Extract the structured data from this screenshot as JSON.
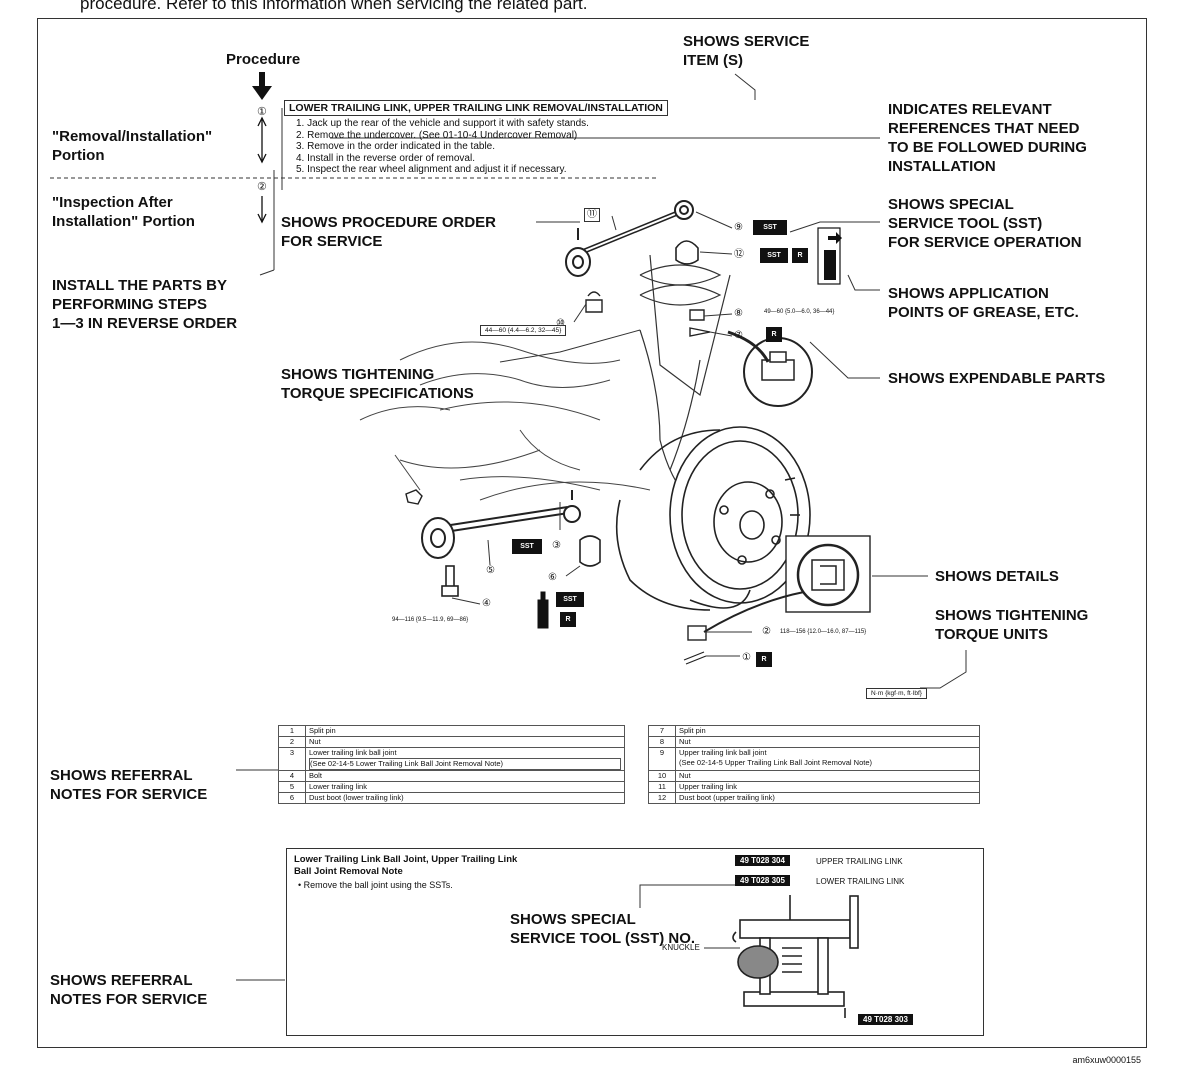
{
  "header": {
    "intro_text": "procedure. Refer to this information when servicing the related part."
  },
  "left": {
    "procedure_label": "Procedure",
    "removal_installation_portion": "\"Removal/Installation\"\nPortion",
    "inspection_after_installation_portion": "\"Inspection After\nInstallation\" Portion",
    "install_reverse_note": "INSTALL THE PARTS BY\nPERFORMING STEPS\n1—3 IN REVERSE ORDER",
    "step_marker_1": "①",
    "step_marker_2": "②"
  },
  "procedure": {
    "title": "LOWER TRAILING LINK, UPPER TRAILING LINK REMOVAL/INSTALLATION",
    "steps": [
      "1. Jack up the rear of the vehicle and support it with safety stands.",
      "2. Remove the undercover. (See 01-10-4 Undercover Removal)",
      "3. Remove in the order indicated in the table.",
      "4. Install in the reverse order of removal.",
      "5. Inspect the rear wheel alignment and adjust it if necessary."
    ]
  },
  "callouts": {
    "service_item": "SHOWS SERVICE\nITEM (S)",
    "relevant_references": "INDICATES RELEVANT\nREFERENCES THAT NEED\nTO BE FOLLOWED DURING\nINSTALLATION",
    "procedure_order": "SHOWS PROCEDURE ORDER\nFOR SERVICE",
    "special_service_tool": "SHOWS SPECIAL\nSERVICE TOOL (SST)\nFOR SERVICE OPERATION",
    "application_points": "SHOWS APPLICATION\nPOINTS OF GREASE, ETC.",
    "tightening_torque_specs": "SHOWS TIGHTENING\nTORQUE SPECIFICATIONS",
    "expendable_parts": "SHOWS EXPENDABLE PARTS",
    "details": "SHOWS DETAILS",
    "torque_units": "SHOWS TIGHTENING\nTORQUE UNITS",
    "referral_notes_1": "SHOWS  REFERRAL\nNOTES FOR SERVICE",
    "referral_notes_2": "SHOWS REFERRAL\nNOTES FOR SERVICE",
    "sst_number": "SHOWS SPECIAL\nSERVICE TOOL (SST) NO."
  },
  "diagram": {
    "badge_sst": "SST",
    "badge_r": "R",
    "torque_10": "44—60 {4.4—6.2, 32—45}",
    "torque_8": "49—60 {5.0—6.0, 36—44}",
    "torque_4": "94—116 {9.5—11.9, 69—86}",
    "torque_2": "118—156 {12.0—16.0, 87—115}",
    "torque_units_box": "N·m {kgf·m, ft·lbf}",
    "part_numbers": [
      "①",
      "②",
      "③",
      "④",
      "⑤",
      "⑥",
      "⑦",
      "⑧",
      "⑨",
      "⑩",
      "⑪",
      "⑫"
    ]
  },
  "parts_table_left": [
    {
      "num": "1",
      "name": "Split pin"
    },
    {
      "num": "2",
      "name": "Nut"
    },
    {
      "num": "3",
      "name": "Lower trailing link ball joint",
      "note": "(See 02-14-5 Lower Trailing Link Ball Joint Removal Note)"
    },
    {
      "num": "4",
      "name": "Bolt"
    },
    {
      "num": "5",
      "name": "Lower trailing link"
    },
    {
      "num": "6",
      "name": "Dust boot (lower trailing link)"
    }
  ],
  "parts_table_right": [
    {
      "num": "7",
      "name": "Split pin"
    },
    {
      "num": "8",
      "name": "Nut"
    },
    {
      "num": "9",
      "name": "Upper trailing link ball joint",
      "note": "(See 02-14-5 Upper Trailing Link Ball Joint Removal Note)"
    },
    {
      "num": "10",
      "name": "Nut"
    },
    {
      "num": "11",
      "name": "Upper trailing link"
    },
    {
      "num": "12",
      "name": "Dust boot (upper trailing link)"
    }
  ],
  "note_box": {
    "title_line1": "Lower Trailing Link Ball Joint, Upper Trailing Link",
    "title_line2": "Ball Joint Removal Note",
    "bullet": "•  Remove the ball joint using the SSTs.",
    "sst_upper_code": "49 T028 304",
    "sst_upper_label": "UPPER TRAILING LINK",
    "sst_lower_code": "49 T028 305",
    "sst_lower_label": "LOWER TRAILING LINK",
    "knuckle_label": "KNUCKLE",
    "sst_bottom_code": "49 T028 303"
  },
  "footer": {
    "figure_id": "am6xuw0000155"
  }
}
